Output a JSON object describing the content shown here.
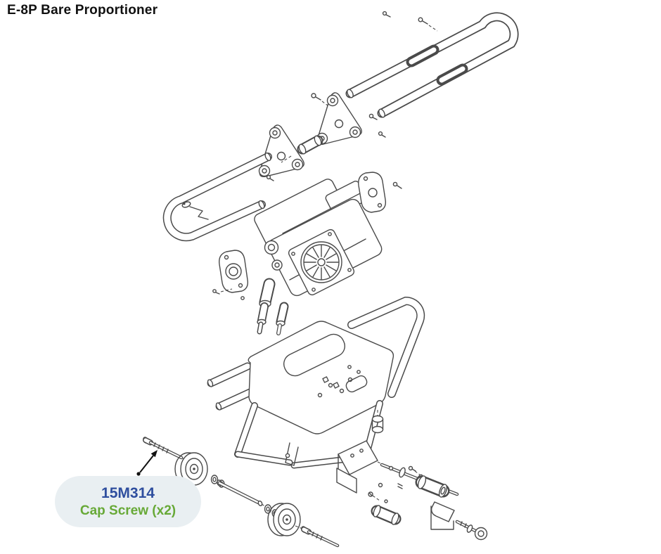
{
  "page": {
    "title": "E-8P Bare Proportioner",
    "background": "#ffffff"
  },
  "diagram": {
    "description": "Exploded parts view of the E-8P bare proportioner: handlebars, mounting brackets, pump/motor assembly with cooling fan, cart frame, wheels, axle cap screws and small hardware",
    "line_color": "#4a4a4a"
  },
  "callout": {
    "part_number": "15M314",
    "part_name": "Cap Screw (x2)",
    "part_number_color": "#2e4e9e",
    "part_name_color": "#67a937",
    "bubble_color": "#e9eff2",
    "arrow_color": "#111111"
  }
}
